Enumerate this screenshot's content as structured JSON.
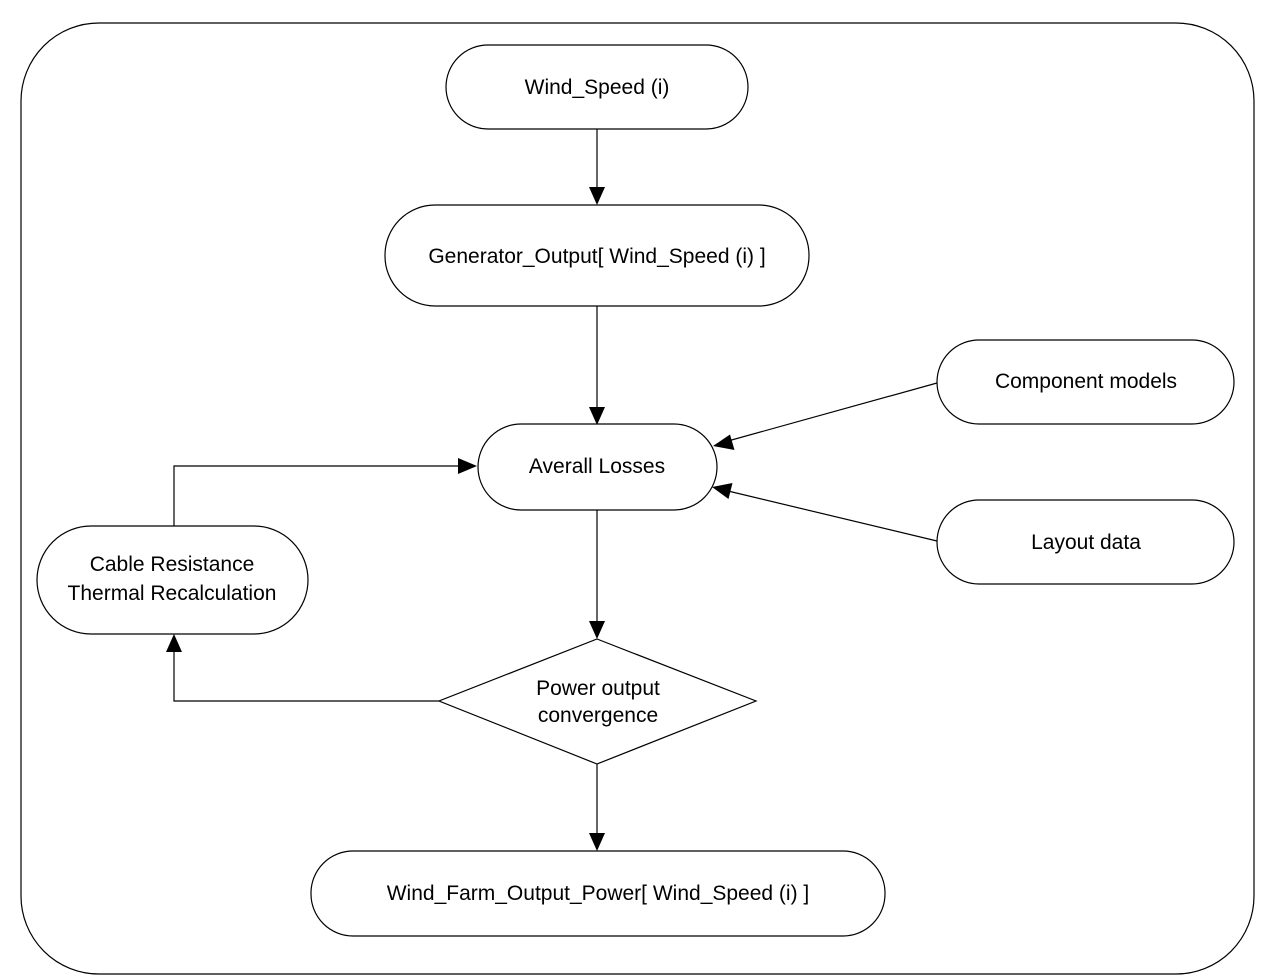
{
  "nodes": {
    "wind_speed": "Wind_Speed (i)",
    "generator_output": "Generator_Output[ Wind_Speed (i) ]",
    "component_models": "Component models",
    "averall_losses": "Averall Losses",
    "layout_data": "Layout data",
    "cable_resistance": {
      "line1": "Cable Resistance",
      "line2": "Thermal Recalculation"
    },
    "power_convergence": {
      "line1": "Power output",
      "line2": "convergence"
    },
    "wind_farm_output": "Wind_Farm_Output_Power[ Wind_Speed (i) ]"
  }
}
